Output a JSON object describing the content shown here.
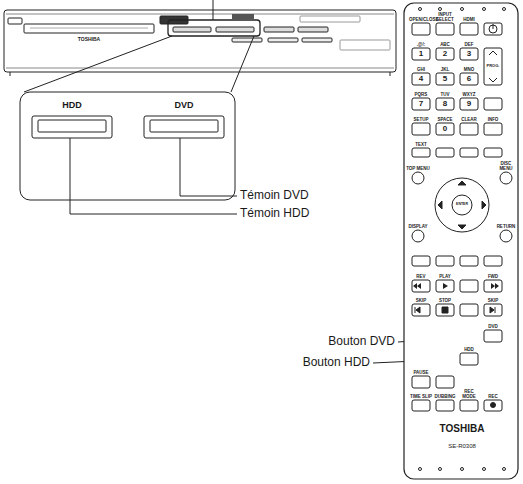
{
  "diagram": {
    "labels": [
      "HDD",
      "DVD",
      "Témoin DVD",
      "Témoin HDD",
      "Bouton DVD",
      "Bouton HDD",
      "TOSHIBA",
      "OPEN/CLOSE",
      "INPUT SELECT",
      "HDMI",
      ".@/:",
      "ABC",
      "DEF",
      "1",
      "2",
      "3",
      "GHI",
      "JKL",
      "MNO",
      "4",
      "5",
      "6",
      "PQRS",
      "TUV",
      "WXYZ",
      "7",
      "8",
      "9",
      "SETUP",
      "SPACE",
      "CLEAR",
      "INFO",
      "0",
      "TEXT",
      "TOP MENU",
      "DISC MENU",
      "ENTER",
      "DISPLAY",
      "RETURN",
      "REV",
      "PLAY",
      "FWD",
      "SKIP",
      "STOP",
      "SKIP",
      "DVD",
      "HDD",
      "PAUSE",
      "TIME SLIP",
      "DUBBING",
      "REC MODE",
      "REC",
      "TOSHIBA",
      "SE-R0308",
      "PROG."
    ]
  }
}
